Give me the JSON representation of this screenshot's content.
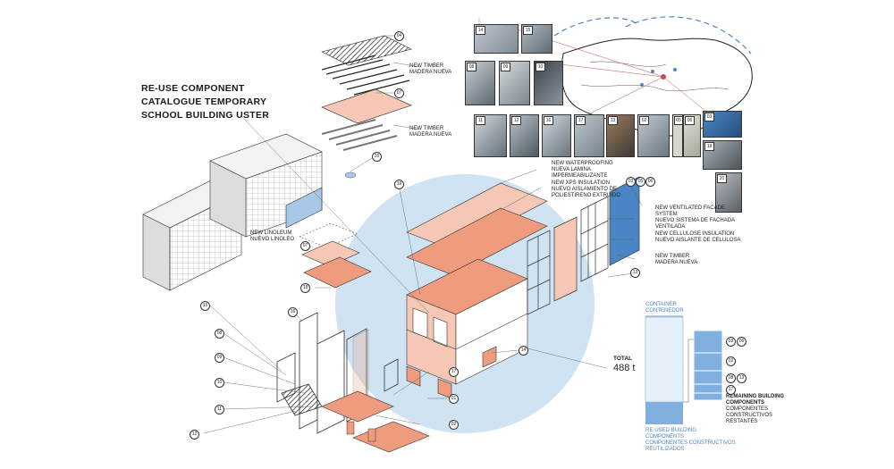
{
  "title": {
    "line1": "RE-USE COMPONENT",
    "line2": "CATALOGUE TEMPORARY",
    "line3": "SCHOOL BUILDING USTER"
  },
  "labels": {
    "timber_top": {
      "en": "NEW TIMBER",
      "es": "MADERA NUEVA"
    },
    "timber_mid": {
      "en": "NEW TIMBER",
      "es": "MADERA NUEVA"
    },
    "linoleum": {
      "en": "NEW LINOLEUM",
      "es": "NUEVO LINOLEO"
    },
    "waterproofing": {
      "en": "NEW WATERPROOFING",
      "es1": "NUEVA LAMINA",
      "es2": "IMPERMEABILIZANTE"
    },
    "xps": {
      "en": "NEW XPS INSULATION",
      "es1": "NUEVO AISLAMIENTO DE",
      "es2": "POLIESTIRENO EXTRUIDO"
    },
    "facade": {
      "en1": "NEW VENTILATED FACADE",
      "en2": "SYSTEM",
      "es1": "NUEVO SISTEMA DE FACHADA",
      "es2": "VENTILADA"
    },
    "cellulose": {
      "en": "NEW CELLULOSE INSULATION",
      "es": "NUEVO AISLANTE DE CELULOSA"
    },
    "timber_right": {
      "en": "NEW TIMBER",
      "es": "MADERA NUEVA"
    }
  },
  "total": {
    "label": "TOTAL",
    "value": "488 t"
  },
  "bar_legend": {
    "container_en": "CONTAINER",
    "container_es": "CONTENEDOR",
    "remaining_en1": "REMAINING BUILDING",
    "remaining_en2": "COMPONENTS",
    "remaining_es1": "COMPONENTES",
    "remaining_es2": "CONSTRUCTIVOS",
    "remaining_es3": "RESTANTES",
    "reused_en1": "RE-USED BUILDING",
    "reused_en2": "COMPONENTS",
    "reused_es1": "COMPONENTES CONSTRUCTIVOS",
    "reused_es2": "REUTILIZADOS"
  },
  "tags": {
    "t04": "04",
    "t07": "07",
    "t20": "20",
    "t19": "19",
    "t18": "18",
    "t15": "15",
    "t16": "16",
    "t08": "08",
    "t09": "09",
    "t10": "10",
    "t11": "11",
    "t12": "12",
    "t14": "14",
    "t17": "17",
    "t01": "01",
    "t02": "02",
    "t13": "13",
    "f03": "03",
    "f05": "05",
    "f06": "06",
    "b03": "03",
    "b06": "06",
    "b02": "02",
    "b08": "08",
    "b13": "13",
    "b17": "17"
  },
  "photos": {
    "p14": "14",
    "p15": "15",
    "p08": "08",
    "p09": "09",
    "p10": "10",
    "p11": "11",
    "p12": "12",
    "p16": "16",
    "p17": "17",
    "p13": "13",
    "p02": "02",
    "p05": "05",
    "p06": "06",
    "p03": "03",
    "p19": "19",
    "p20": "20"
  },
  "colors": {
    "accent_blue": "#4a86c5",
    "circle_blue": "#cfe3f3",
    "salmon": "#ef9b7d",
    "salmon_light": "#f6c7b4",
    "bar_blue": "#7fb0e0"
  }
}
